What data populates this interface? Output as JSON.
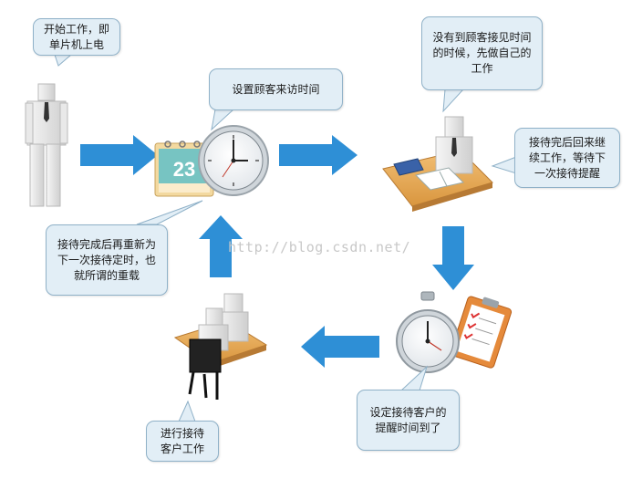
{
  "diagram": {
    "bubbles": {
      "start_work": "开始工作，即\n单片机上电",
      "set_visit_time": "设置顾客来访时间",
      "do_own_work": "没有到顾客接见时间\n的时候，先做自己的\n工作",
      "resume_work": "接待完后回来继\n续工作，等待下\n一次接待提醒",
      "reload": "接待完成后再重新为\n下一次接待定时，也\n就所谓的重载",
      "reminder_due": "设定接待客户的\n提醒时间到了",
      "receive_client": "进行接待\n客户工作"
    },
    "calendar_day": "23",
    "watermark": "http://blog.csdn.net/",
    "colors": {
      "arrow": "#2e8fd6",
      "bubble_fill": "#e2eef6",
      "bubble_border": "#8fb1c8",
      "desk": "#e7a95a"
    }
  }
}
